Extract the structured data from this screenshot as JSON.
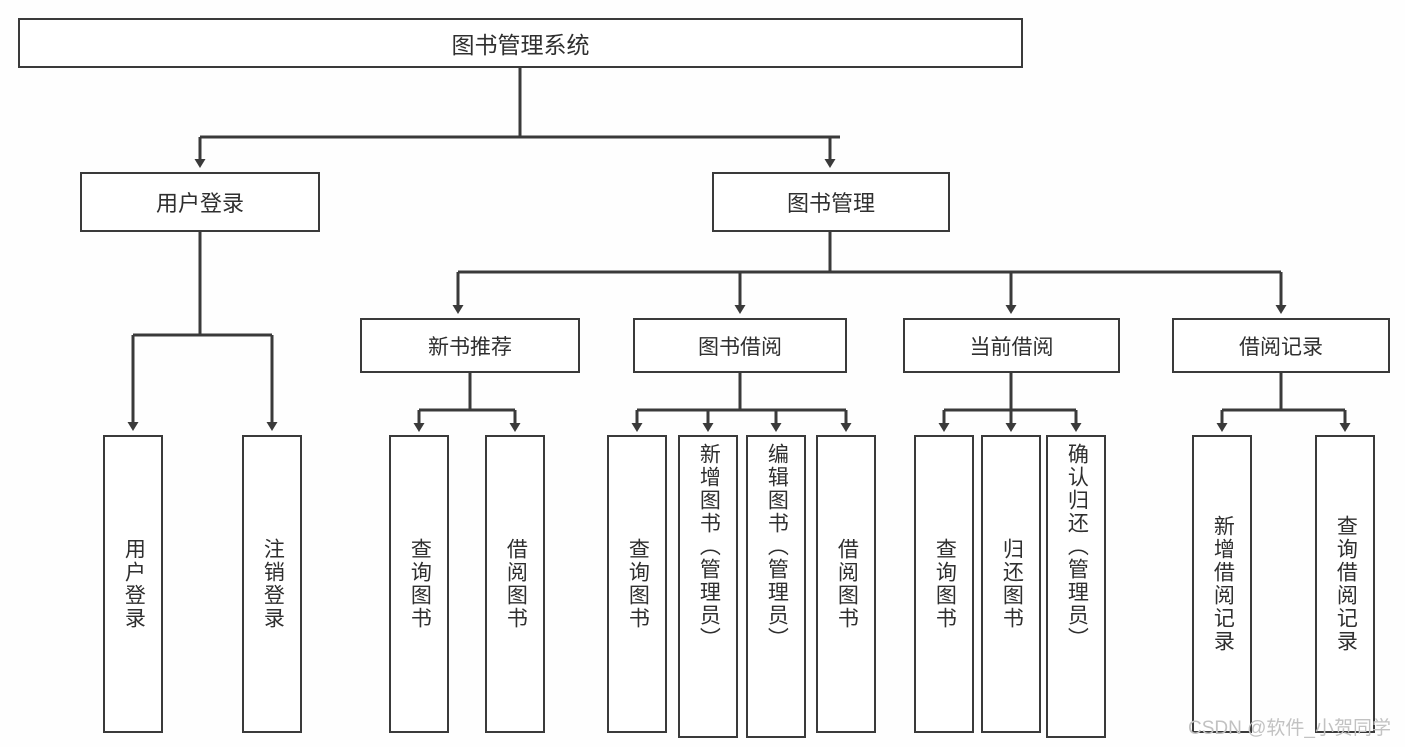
{
  "diagram": {
    "title": "图书管理系统",
    "type": "tree",
    "watermark": "CSDN @软件_小贺同学",
    "colors": {
      "border": "#3a3a3a",
      "node_fill": "#ffffff",
      "text": "#2f2f2f",
      "edge": "#3a3a3a",
      "background": "#fefefe",
      "watermark": "#c2c2c2"
    },
    "nodes": {
      "root": {
        "label": "图书管理系统"
      },
      "level2": [
        {
          "label": "用户登录"
        },
        {
          "label": "图书管理"
        }
      ],
      "level3": [
        {
          "label": "新书推荐"
        },
        {
          "label": "图书借阅"
        },
        {
          "label": "当前借阅"
        },
        {
          "label": "借阅记录"
        }
      ],
      "leaves": {
        "user_login": [
          {
            "label": "用户登录"
          },
          {
            "label": "注销登录"
          }
        ],
        "new_book_recommend": [
          {
            "label": "查询图书"
          },
          {
            "label": "借阅图书"
          }
        ],
        "book_borrow": [
          {
            "label": "查询图书"
          },
          {
            "label": "新增图书（管理员）"
          },
          {
            "label": "编辑图书（管理员）"
          },
          {
            "label": "借阅图书"
          }
        ],
        "current_borrow": [
          {
            "label": "查询图书"
          },
          {
            "label": "归还图书"
          },
          {
            "label": "确认归还（管理员）"
          }
        ],
        "borrow_record": [
          {
            "label": "新增借阅记录"
          },
          {
            "label": "查询借阅记录"
          }
        ]
      }
    }
  },
  "chart_data": {
    "type": "table",
    "title": "图书管理系统",
    "hierarchy": [
      {
        "name": "图书管理系统",
        "children": [
          {
            "name": "用户登录",
            "children": [
              {
                "name": "用户登录"
              },
              {
                "name": "注销登录"
              }
            ]
          },
          {
            "name": "图书管理",
            "children": [
              {
                "name": "新书推荐",
                "children": [
                  {
                    "name": "查询图书"
                  },
                  {
                    "name": "借阅图书"
                  }
                ]
              },
              {
                "name": "图书借阅",
                "children": [
                  {
                    "name": "查询图书"
                  },
                  {
                    "name": "新增图书（管理员）"
                  },
                  {
                    "name": "编辑图书（管理员）"
                  },
                  {
                    "name": "借阅图书"
                  }
                ]
              },
              {
                "name": "当前借阅",
                "children": [
                  {
                    "name": "查询图书"
                  },
                  {
                    "name": "归还图书"
                  },
                  {
                    "name": "确认归还（管理员）"
                  }
                ]
              },
              {
                "name": "借阅记录",
                "children": [
                  {
                    "name": "新增借阅记录"
                  },
                  {
                    "name": "查询借阅记录"
                  }
                ]
              }
            ]
          }
        ]
      }
    ]
  }
}
